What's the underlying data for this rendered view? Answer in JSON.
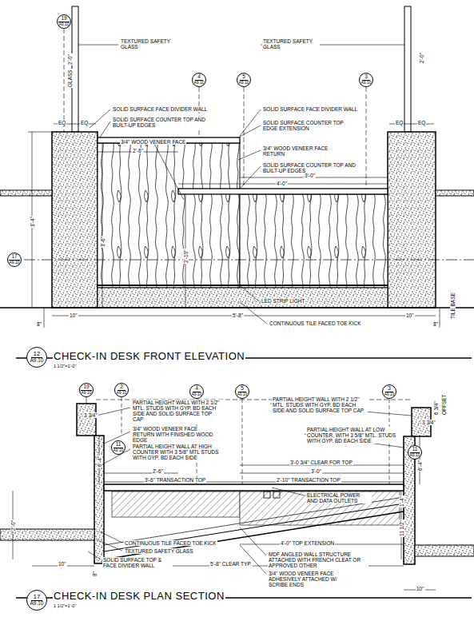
{
  "diagram": {
    "nodes": [
      {
        "text": [
          "19",
          "A9.10"
        ]
      },
      {
        "text": [
          "4",
          "A9.10"
        ]
      },
      {
        "text": [
          "5",
          "A9.10"
        ]
      },
      {
        "text": [
          "3",
          "A9.10"
        ]
      },
      {
        "text": [
          "17",
          "A9.10"
        ]
      },
      {
        "text": [
          "12",
          "A9.10"
        ]
      },
      {
        "text": [
          "19",
          "A9.10"
        ]
      },
      {
        "text": [
          "2",
          "A9.10"
        ]
      },
      {
        "text": [
          "4",
          "A9.10"
        ]
      },
      {
        "text": [
          "5",
          "A9.10"
        ]
      },
      {
        "text": [
          "3",
          "A9.10"
        ]
      },
      {
        "text": [
          "11",
          "A9.10"
        ]
      },
      {
        "text": [
          "11",
          "A9.10"
        ]
      },
      {
        "text": [
          "17",
          "A9.10"
        ]
      }
    ],
    "labels": [
      "TEXTURED SAFETY GLASS",
      "TEXTURED SAFETY GLASS",
      "2'-0\"",
      "GLASS",
      "2'-0\"",
      "SOLID SURFACE FACE DIVIDER WALL",
      "SOLID SURFACE FACE DIVIDER WALL",
      "EQ",
      "EQ",
      "EQ",
      "EQ",
      "SOLID SURFACE COUNTER TOP AND BUILT-UP EDGES",
      "3/4\" WOOD VENEER FACE",
      "2'-6\"",
      "SOLID SURFACE COUNTER TOP EDGE EXTENSION",
      "3/4\" WOOD VENEER FACE RETURN",
      "SOLID SURFACE COUNTER TOP AND BUILT-UP EDGES",
      "3'-0\"",
      "4'-0\"",
      "3'-4\"",
      "3'-6\"",
      "2'-10\"",
      "LED STRIP LIGHT",
      "5'-8\"",
      "CONTINUOUS TILE FACED TOE KICK",
      "10\"",
      "10\"",
      "8\"",
      "8\"",
      "TILE BASE",
      "CHECK-IN DESK FRONT ELEVATION",
      "1 1/2\"=1'-0\"",
      "3 3/4\"",
      "PARTIAL HEIGHT WALL WITH 2 1/2\" MTL. STUDS WITH GYP. BD EACH SIDE AND SOLID SURFACE TOP CAP",
      "3/4\" WOOD VENEER FACE RETURN WITH FINISHED WOOD EDGE",
      "PARTIAL HEIGHT WALL AT HIGH COUNTER WITH 3 5/8\" MTL STUDS WITH GYP. BD EACH SIDE",
      "2'-6\"",
      "3'-6\" TRANSACTION TOP",
      "PARTIAL HEIGHT WALL WITH 2 1/2\" MTL. STUDS WITH GYP. BD EACH SIDE AND SOLID SURFACE TOP CAP",
      "PARTIAL HEIGHT WALL AT LOW COUNTER, WITH 3 5/8\" MTL. STUDS WITH GYP. BD EACH SIDE",
      "3'-0 3/4\" CLEAR FOR TOP",
      "3'-0\"",
      "2'-10\" TRANSACTION TOP",
      "ELECTRICAL POWER AND DATA OUTLETS",
      "OFFSET",
      "6 3/4\"",
      "3 3/4\"",
      "6'-4\"",
      "6'-4\"",
      "2'-0\"",
      "1'-4\"",
      "11 1/2\"",
      "CONTINUOUS TILE FACED TOE KICK",
      "TEXTURED SAFETY GLASS",
      "SOLID SURFACE TOP & FACE DIVIDER WALL",
      "10\"",
      "8\"",
      "5'-8\" CLEAR TYP.",
      "4'-0\" TOP EXTENSION",
      "MDF ANGLED WALL STRUCTURE ATTACHED WITH FRENCH CLEAT OR APPROVED OTHER",
      "3/4\" WOOD VENEER FACE ADHESIVELY ATTACHED W/ SCRIBE ENDS",
      "10\"",
      "CHECK-IN DESK PLAN SECTION",
      "1 1/2\"=1'-0\""
    ]
  }
}
